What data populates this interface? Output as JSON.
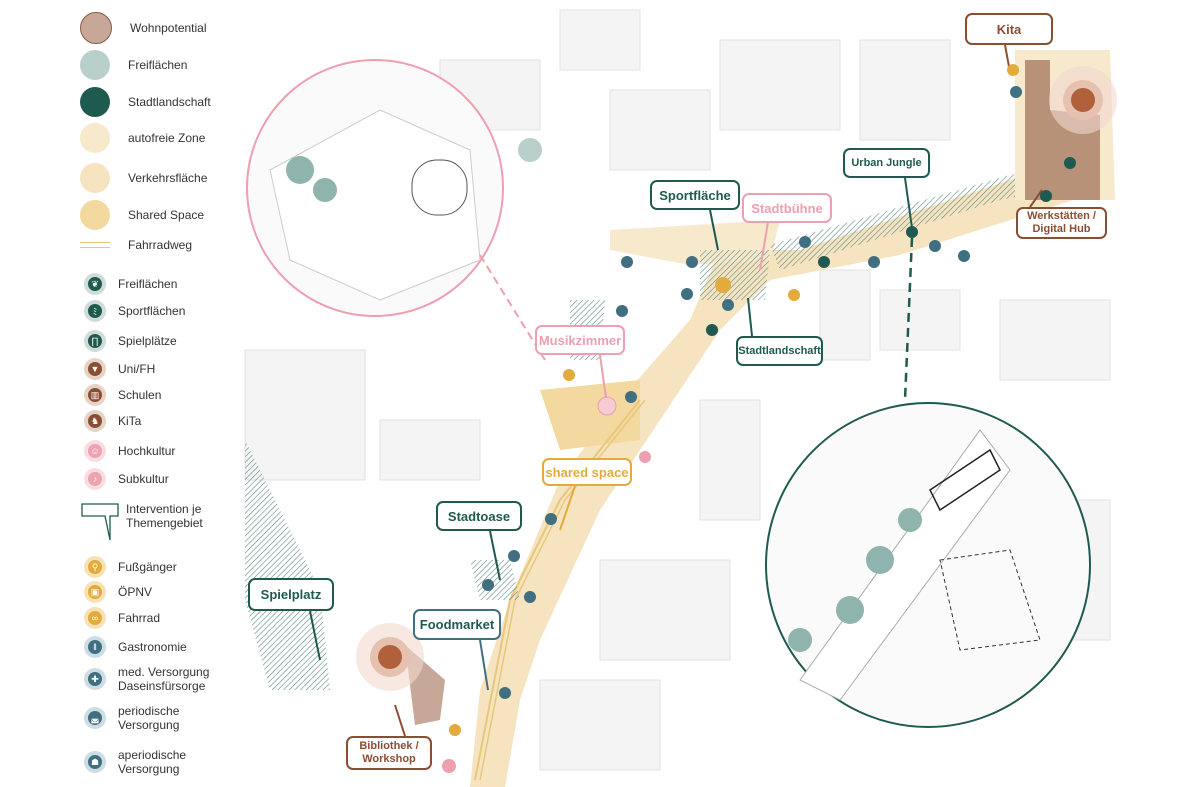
{
  "legend": {
    "areas": [
      {
        "label": "Wohnpotential",
        "color": "#c7a898"
      },
      {
        "label": "Freiflächen",
        "color": "#b9cfcc"
      },
      {
        "label": "Stadtlandschaft",
        "color": "#1f5a50"
      },
      {
        "label": "autofreie Zone",
        "color": "#f7e9cc"
      },
      {
        "label": "Verkehrsfläche",
        "color": "#f6e3c0"
      },
      {
        "label": "Shared Space",
        "color": "#f3d9a0"
      },
      {
        "label": "Fahrradweg",
        "color": "#e8c77a"
      }
    ],
    "icons": [
      {
        "label": "Freiflächen",
        "icon": "leaf-icon",
        "color": "#1f5a50",
        "ring": "#cfdcd9"
      },
      {
        "label": "Sportflächen",
        "icon": "runner-icon",
        "color": "#1f5a50",
        "ring": "#cfdcd9"
      },
      {
        "label": "Spielplätze",
        "icon": "swing-icon",
        "color": "#1f5a50",
        "ring": "#cfdcd9"
      },
      {
        "label": "Uni/FH",
        "icon": "graduation-icon",
        "color": "#8a4f33",
        "ring": "#e5d3c8"
      },
      {
        "label": "Schulen",
        "icon": "school-icon",
        "color": "#8a4f33",
        "ring": "#e5d3c8"
      },
      {
        "label": "KiTa",
        "icon": "rocking-horse-icon",
        "color": "#8a4f33",
        "ring": "#e5d3c8"
      },
      {
        "label": "Hochkultur",
        "icon": "theater-icon",
        "color": "#eea3b2",
        "ring": "#f8dde3"
      },
      {
        "label": "Subkultur",
        "icon": "guitar-icon",
        "color": "#eea3b2",
        "ring": "#f8dde3"
      }
    ],
    "intervention": [
      "Intervention je",
      "Themengebiet"
    ],
    "mobility": [
      {
        "label": "Fußgänger",
        "icon": "pedestrian-icon",
        "color": "#e3ab3c",
        "ring": "#f6e2b6"
      },
      {
        "label": "ÖPNV",
        "icon": "bus-icon",
        "color": "#e3ab3c",
        "ring": "#f6e2b6"
      },
      {
        "label": "Fahrrad",
        "icon": "bicycle-icon",
        "color": "#e3ab3c",
        "ring": "#f6e2b6"
      }
    ],
    "services": [
      {
        "label": "Gastronomie",
        "icon": "cutlery-icon",
        "color": "#3f6f80",
        "ring": "#cddde3"
      },
      {
        "label": "med. Versorgung",
        "label2": "Daseinsfürsorge",
        "icon": "medical-cross-icon",
        "color": "#3f6f80",
        "ring": "#cddde3"
      },
      {
        "label": "periodische",
        "label2": "Versorgung",
        "icon": "cart-icon",
        "color": "#3f6f80",
        "ring": "#cddde3"
      },
      {
        "label": "aperiodische",
        "label2": "Versorgung",
        "icon": "bag-icon",
        "color": "#3f6f80",
        "ring": "#cddde3"
      }
    ]
  },
  "callouts": {
    "kita": "Kita",
    "urban_jungle": "Urban Jungle",
    "sportflaeche": "Sportfläche",
    "stadtbuehne": "Stadtbühne",
    "stadtlandschaft": "Stadtlandschaft",
    "werkstaetten": "Werkstätten /",
    "digital_hub": "Digital Hub",
    "musikzimmer": "Musikzimmer",
    "shared_space": "shared space",
    "stadtoase": "Stadtoase",
    "spielplatz": "Spielplatz",
    "foodmarket": "Foodmarket",
    "bibliothek": "Bibliothek /",
    "workshop": "Workshop"
  },
  "colors": {
    "green": "#1f5a50",
    "brown": "#8a4f33",
    "pink": "#ee9fb0",
    "orange": "#e3ab3c",
    "blue": "#3f6f80"
  }
}
